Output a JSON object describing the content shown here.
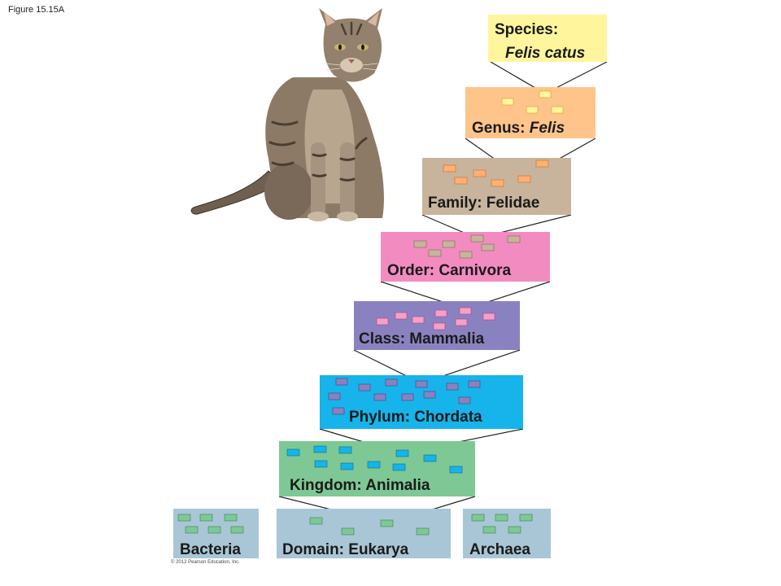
{
  "figure_label": "Figure 15.15A",
  "copyright": "© 2012 Pearson Education, Inc.",
  "levels": {
    "species": {
      "prefix": "Species:",
      "name": "Felis catus",
      "color": "#fff59d",
      "member_color": "#ffd180"
    },
    "genus": {
      "prefix": "Genus: ",
      "name": "Felis",
      "color": "#ffc48a",
      "member_color": "#ffd180"
    },
    "family": {
      "text": "Family: Felidae",
      "color": "#c8b49c",
      "member_color": "#ffb074"
    },
    "order": {
      "text": "Order: Carnivora",
      "color": "#f28cc0",
      "member_color": "#c8b49c"
    },
    "class": {
      "text": "Class: Mammalia",
      "color": "#8a82c0",
      "member_color": "#f4a0c8"
    },
    "phylum": {
      "text": "Phylum: Chordata",
      "color": "#16b4ea",
      "member_color": "#8a82c0"
    },
    "kingdom": {
      "text": "Kingdom: Animalia",
      "color": "#7ec895",
      "member_color": "#16b4ea"
    },
    "domain_eukarya": {
      "text": "Domain: Eukarya",
      "color": "#a9c6d6",
      "member_color": "#7ec895"
    },
    "bacteria": {
      "text": "Bacteria",
      "color": "#a9c6d6",
      "member_color": "#7ec895"
    },
    "archaea": {
      "text": "Archaea",
      "color": "#a9c6d6",
      "member_color": "#7ec895"
    }
  },
  "illustration": {
    "subject": "cat"
  }
}
